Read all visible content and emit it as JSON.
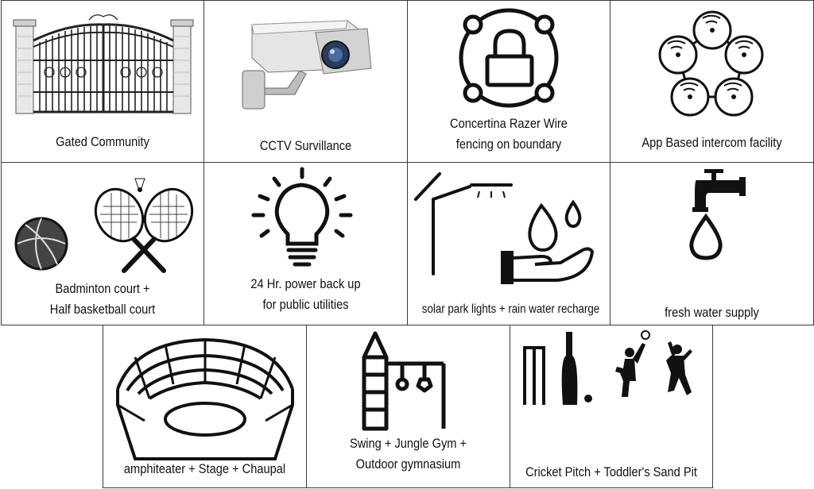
{
  "features": {
    "gated": {
      "label": "Gated Community",
      "icon": "gate-icon"
    },
    "cctv": {
      "label": "CCTV Survillance",
      "icon": "cctv-camera-icon"
    },
    "wire": {
      "line1": "Concertina Razer Wire",
      "line2": "fencing on boundary",
      "icon": "padlock-ring-icon"
    },
    "intercom": {
      "label": "App Based intercom facility",
      "icon": "connected-network-icon"
    },
    "sports": {
      "line1": "Badminton court +",
      "line2": "Half basketball court",
      "icon": "badminton-basketball-icon"
    },
    "power": {
      "line1": "24 Hr. power back up",
      "line2": "for public utilities",
      "icon": "light-bulb-icon"
    },
    "solar": {
      "label": "solar park lights + rain water recharge",
      "icon": "street-light-water-hand-icon"
    },
    "water": {
      "label": "fresh water supply",
      "icon": "tap-drop-icon"
    },
    "amphi": {
      "label": "amphiteater + Stage + Chaupal",
      "icon": "amphitheater-icon"
    },
    "swing": {
      "line1": "Swing + Jungle Gym +",
      "line2": "Outdoor gymnasium",
      "icon": "playground-icon"
    },
    "cricket": {
      "label": "Cricket Pitch + Toddler's Sand Pit",
      "icon": "cricket-kids-icon"
    }
  }
}
